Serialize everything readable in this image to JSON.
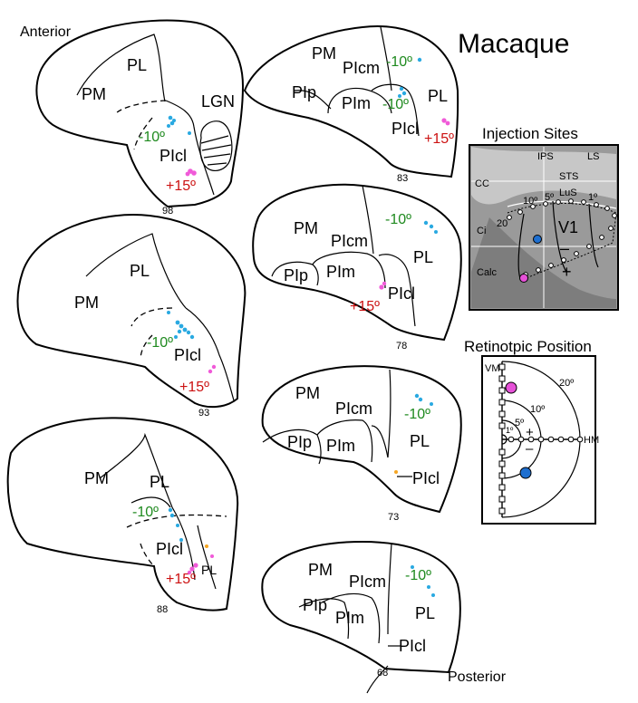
{
  "title": "Macaque",
  "orientation": {
    "anterior": "Anterior",
    "posterior": "Posterior"
  },
  "labels": {
    "PM": "PM",
    "PL": "PL",
    "PIcl": "PIcl",
    "PIcm": "PIcm",
    "PIm": "PIm",
    "PIp": "PIp",
    "LGN": "LGN"
  },
  "eccentricity": {
    "neg10": "-10º",
    "pos15": "+15º"
  },
  "sections": [
    "98",
    "93",
    "88",
    "83",
    "78",
    "73",
    "68"
  ],
  "injection_sites": {
    "heading": "Injection Sites",
    "labels": {
      "IPS": "IPS",
      "LS": "LS",
      "STS": "STS",
      "LuS": "LuS",
      "CC": "CC",
      "Ci": "Ci",
      "Calc": "Calc",
      "V1": "V1"
    },
    "ecc": {
      "e10": "10º",
      "e5": "5º",
      "e1": "1º",
      "e20": "20"
    },
    "signs": {
      "minus": "–",
      "plus": "+"
    }
  },
  "retinotopic": {
    "heading": "Retinotpic Position",
    "labels": {
      "VM": "VM",
      "HM": "HM",
      "e20": "20º",
      "e10": "10º",
      "e5": "5º",
      "e1": "1º",
      "plus": "+",
      "minus": "–"
    }
  },
  "colors": {
    "blue_label": "#29a9e1",
    "pink_label": "#f05ad8",
    "green_text": "#1f8a1f",
    "red_text": "#cc1111",
    "dot_blue": "#1e6fd0",
    "dot_pink": "#e651d8"
  }
}
